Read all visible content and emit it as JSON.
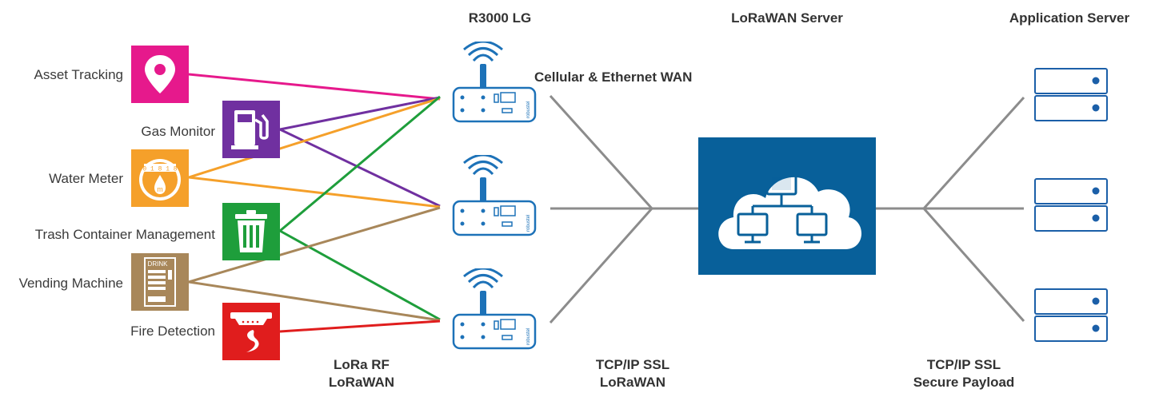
{
  "devices": [
    {
      "label": "Asset  Tracking",
      "color": "#e6198c",
      "icon": "location-pin-icon"
    },
    {
      "label": "Gas Monitor",
      "color": "#7030a0",
      "icon": "fuel-pump-icon"
    },
    {
      "label": "Water Meter",
      "color": "#f5a02a",
      "icon": "water-meter-icon"
    },
    {
      "label": "Trash Container Management",
      "color": "#1e9e3b",
      "icon": "trash-can-icon"
    },
    {
      "label": "Vending Machine",
      "color": "#a8875a",
      "icon": "vending-machine-icon"
    },
    {
      "label": "Fire Detection",
      "color": "#e01d1d",
      "icon": "fire-detector-icon"
    }
  ],
  "headers": {
    "gateway": "R3000 LG",
    "lorawan_server": "LoRaWAN Server",
    "application_server": "Application Server"
  },
  "labels": {
    "wan": "Cellular & Ethernet WAN",
    "lora_rf_line1": "LoRa RF",
    "lora_rf_line2": "LoRaWAN",
    "tcp1_line1": "TCP/IP SSL",
    "tcp1_line2": "LoRaWAN",
    "tcp2_line1": "TCP/IP SSL",
    "tcp2_line2": "Secure Payload"
  },
  "gateway_brand": "robustel",
  "vending_sign": "DRINK",
  "meter_digits": "0 1 8 1 8",
  "meter_unit": "m",
  "colors": {
    "gateway_blue": "#1d72b8",
    "cloud_bg": "#08609a",
    "line_gray": "#8c8c8c",
    "server_blue": "#1b5fa8"
  }
}
